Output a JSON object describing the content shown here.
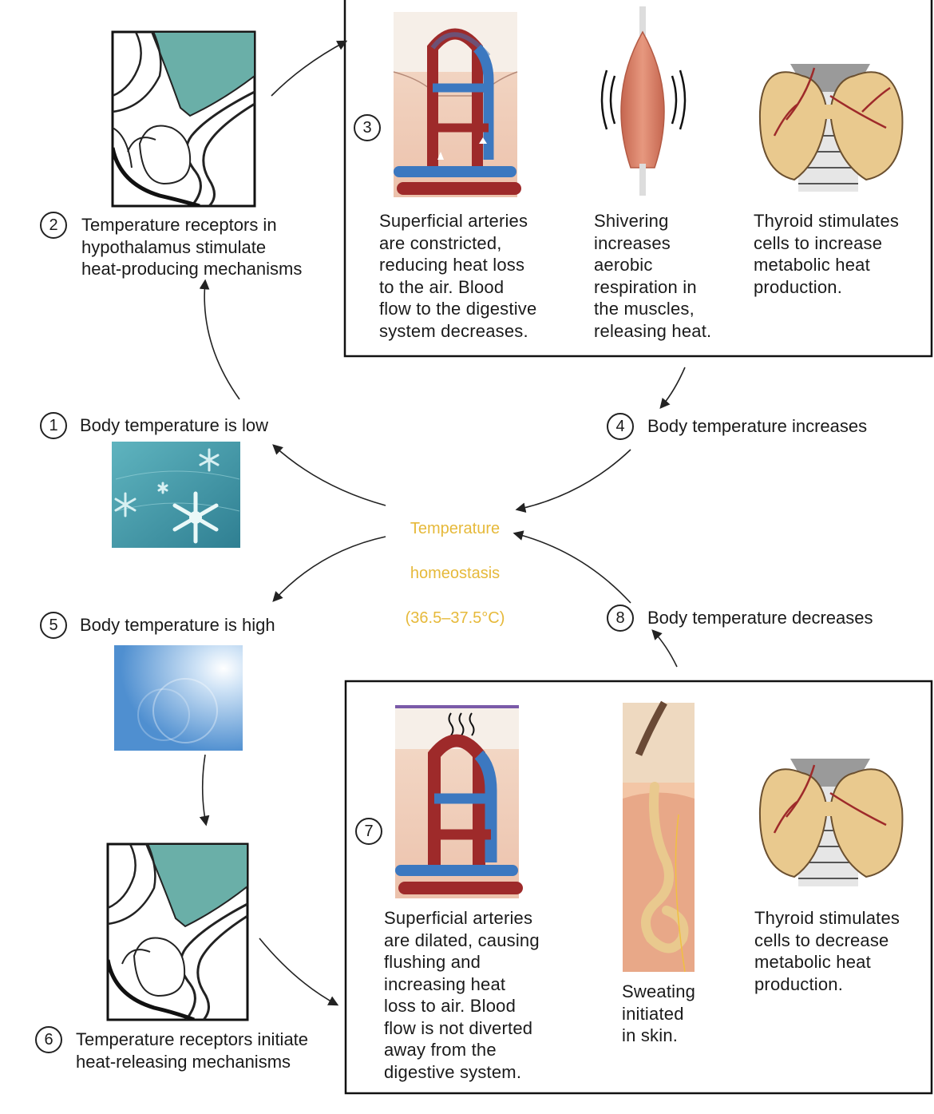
{
  "colors": {
    "center_text": "#E6B93A",
    "teal": "#6AAFA8",
    "artery_red": "#9E2A2A",
    "vein_blue": "#3C78C0",
    "thyroid": "#E9C98E",
    "muscle": "#D9826A",
    "cold_bg": "#3E9AA8",
    "hot_bg": "#6FA9DC"
  },
  "center": {
    "line1": "Temperature",
    "line2": "homeostasis",
    "line3": "(36.5–37.5°C)"
  },
  "steps": [
    {
      "num": "1",
      "label": "Body temperature is low"
    },
    {
      "num": "2",
      "label": "Temperature receptors in\nhypothalamus stimulate\nheat-producing mechanisms"
    },
    {
      "num": "3",
      "label": ""
    },
    {
      "num": "4",
      "label": "Body temperature increases"
    },
    {
      "num": "5",
      "label": "Body temperature is high"
    },
    {
      "num": "6",
      "label": "Temperature receptors initiate\nheat-releasing mechanisms"
    },
    {
      "num": "7",
      "label": ""
    },
    {
      "num": "8",
      "label": "Body temperature decreases"
    }
  ],
  "box_top": {
    "vessels_text": "Superficial arteries\nare constricted,\nreducing heat loss\nto the air. Blood\nflow to the digestive\nsystem decreases.",
    "muscle_text": "Shivering\nincreases\naerobic\nrespiration in\nthe muscles,\nreleasing heat.",
    "thyroid_text": "Thyroid stimulates\ncells to increase\nmetabolic heat\nproduction."
  },
  "box_bottom": {
    "vessels_text": "Superficial arteries\nare dilated, causing\nflushing and\nincreasing heat\nloss to air. Blood\nflow is not diverted\naway from the\ndigestive system.",
    "sweat_text": "Sweating\ninitiated\nin skin.",
    "thyroid_text": "Thyroid stimulates\ncells to decrease\nmetabolic heat\nproduction."
  }
}
